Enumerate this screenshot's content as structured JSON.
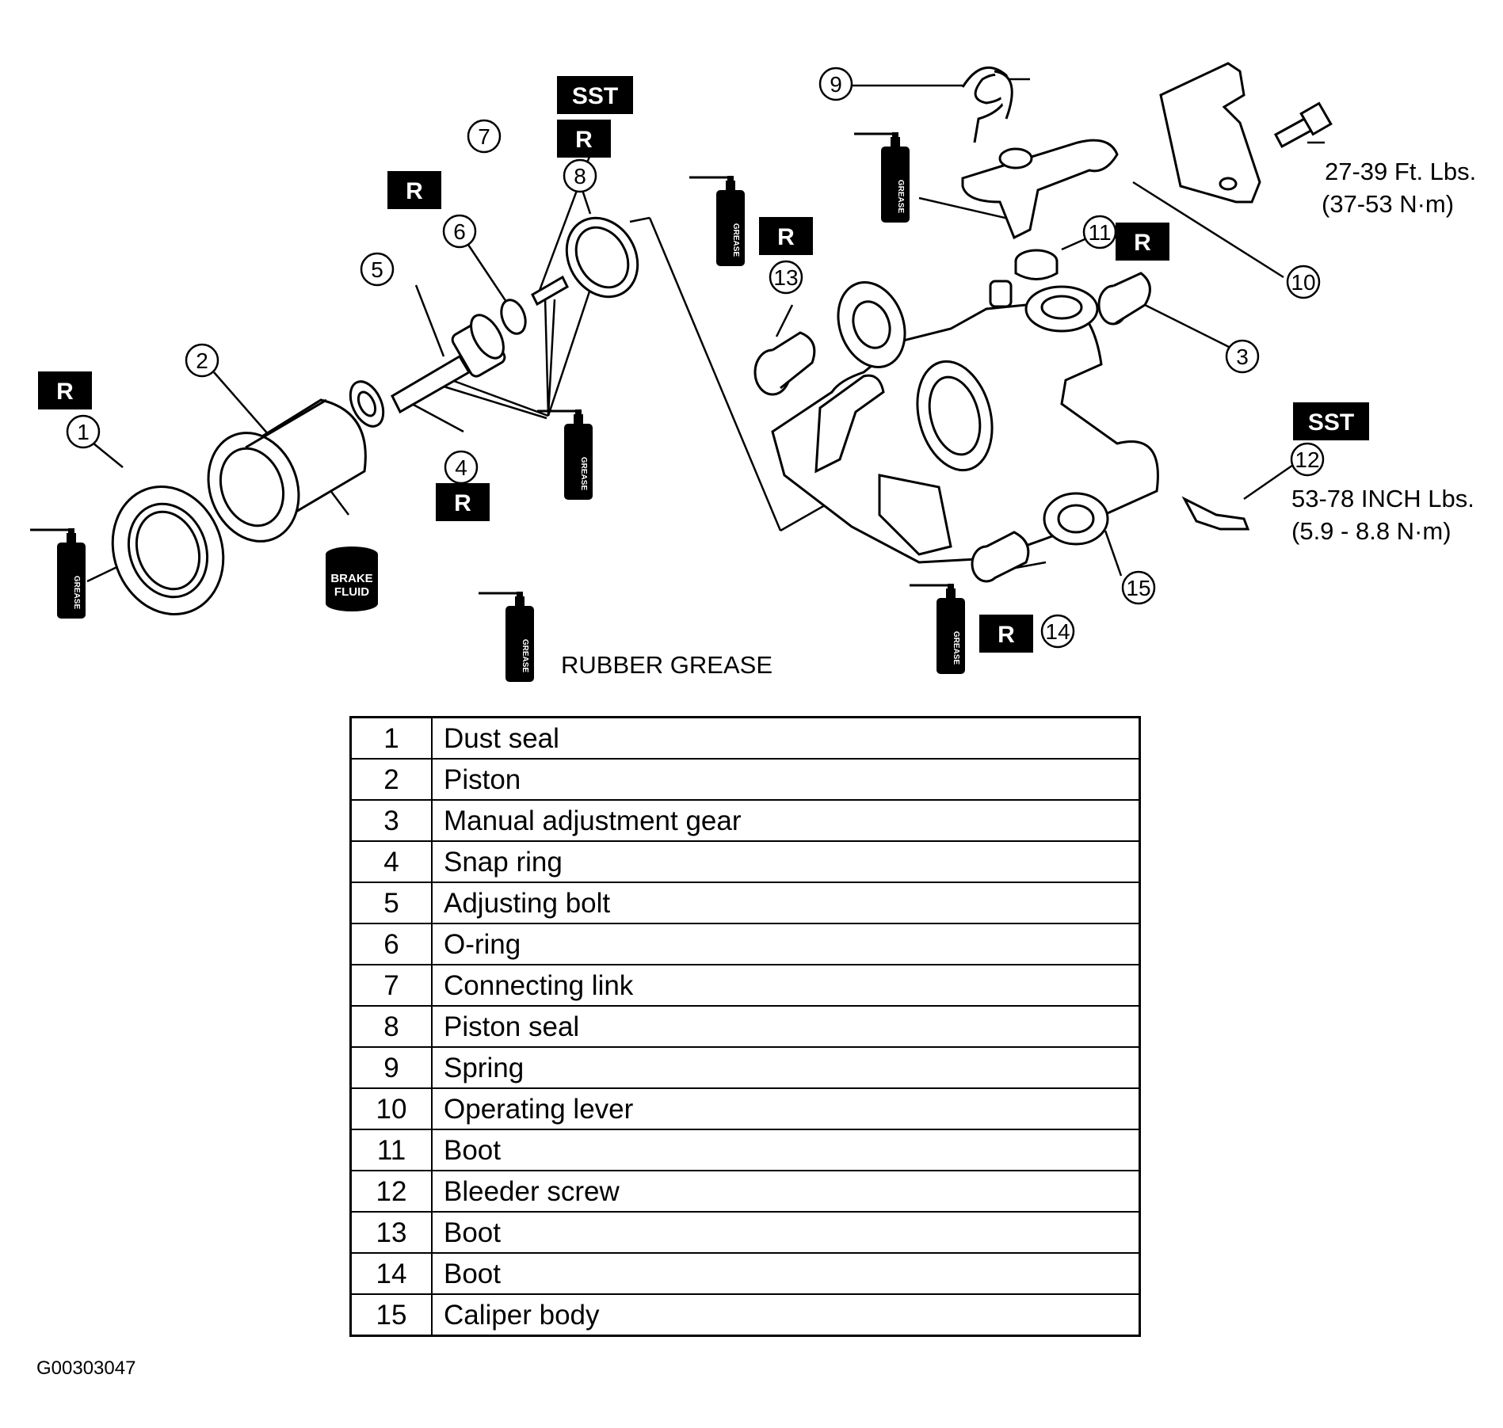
{
  "tags": {
    "r": "R",
    "sst": "SST"
  },
  "callouts": [
    "1",
    "2",
    "3",
    "4",
    "5",
    "6",
    "7",
    "8",
    "9",
    "10",
    "11",
    "12",
    "13",
    "14",
    "15"
  ],
  "cans": {
    "grease": "GREASE",
    "brake_fluid_1": "BRAKE",
    "brake_fluid_2": "FLUID"
  },
  "torque": {
    "bracket_bolt_1": "27-39 Ft. Lbs.",
    "bracket_bolt_2": "(37-53 N·m)",
    "bleeder_1": "53-78 INCH Lbs.",
    "bleeder_2": "(5.9 - 8.8 N·m)"
  },
  "legend": {
    "rubber_grease": "RUBBER GREASE"
  },
  "parts_table": [
    {
      "num": "1",
      "name": "Dust seal"
    },
    {
      "num": "2",
      "name": "Piston"
    },
    {
      "num": "3",
      "name": "Manual adjustment gear"
    },
    {
      "num": "4",
      "name": "Snap ring"
    },
    {
      "num": "5",
      "name": "Adjusting bolt"
    },
    {
      "num": "6",
      "name": "O-ring"
    },
    {
      "num": "7",
      "name": "Connecting link"
    },
    {
      "num": "8",
      "name": "Piston seal"
    },
    {
      "num": "9",
      "name": "Spring"
    },
    {
      "num": "10",
      "name": "Operating lever"
    },
    {
      "num": "11",
      "name": "Boot"
    },
    {
      "num": "12",
      "name": "Bleeder screw"
    },
    {
      "num": "13",
      "name": "Boot"
    },
    {
      "num": "14",
      "name": "Boot"
    },
    {
      "num": "15",
      "name": "Caliper body"
    }
  ],
  "figure_id": "G00303047"
}
